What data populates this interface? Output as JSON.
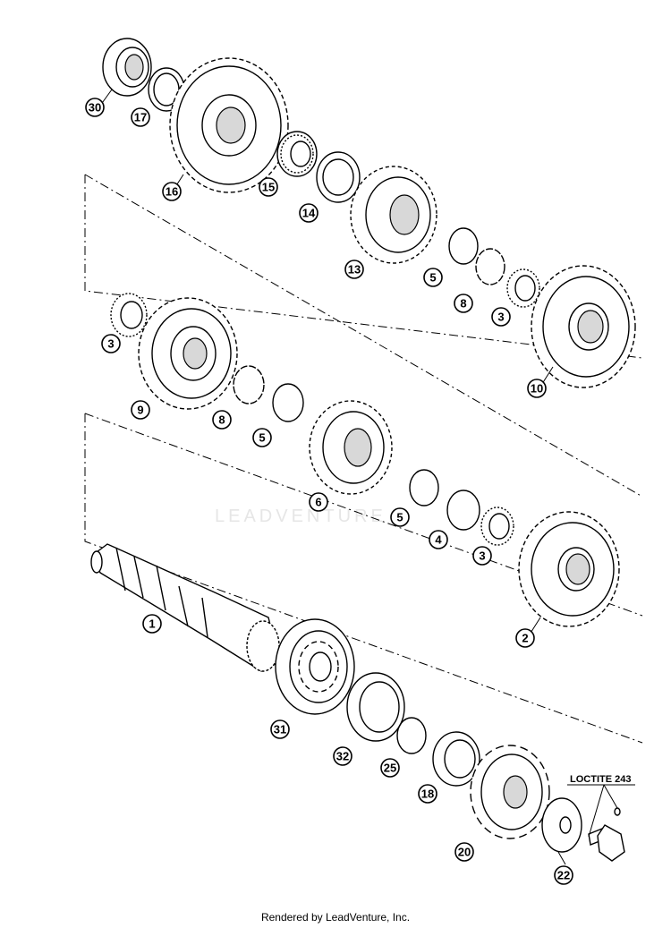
{
  "watermark": "LEADVENTURE",
  "note_label": "LOCTITE 243",
  "footer": "Rendered by LeadVenture, Inc.",
  "callouts": [
    "30",
    "17",
    "16",
    "15",
    "14",
    "13",
    "5",
    "8",
    "3",
    "10",
    "3",
    "9",
    "8",
    "5",
    "6",
    "5",
    "4",
    "3",
    "2",
    "1",
    "31",
    "32",
    "25",
    "18",
    "20",
    "22"
  ],
  "parts": {
    "bearing_30": "ball bearing",
    "shim_17": "washer",
    "gear_16": "gear wheel",
    "needle_15": "needle bearing",
    "shim_14": "washer",
    "gear_13": "gear wheel",
    "gear_10": "gear wheel",
    "gear_9": "gear wheel",
    "gear_6": "gear wheel",
    "gear_2": "gear wheel",
    "shaft_1": "shaft",
    "bearing_31": "bearing",
    "ring_32": "ring",
    "oring_25": "o-ring",
    "sleeve_18": "sleeve",
    "sprocket_20": "sprocket",
    "washer_22": "washer"
  }
}
